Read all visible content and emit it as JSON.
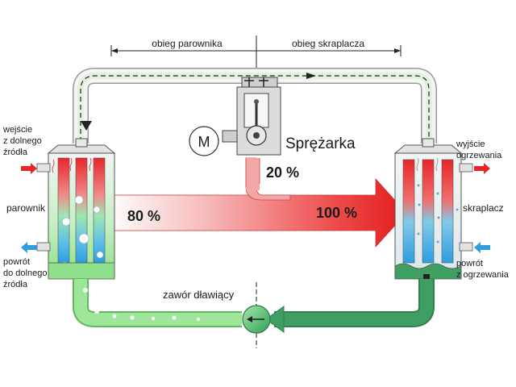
{
  "labels": {
    "evaporator_cycle": "obieg parownika",
    "condenser_cycle": "obieg skraplacza",
    "compressor": "Sprężarka",
    "motor": "M",
    "evaporator": "parownik",
    "condenser": "skraplacz",
    "inlet_lower_source": [
      "wejście",
      "z dolnego",
      "źródła"
    ],
    "return_lower_source": [
      "powrót",
      "do dolnego",
      "źródła"
    ],
    "heating_outlet": [
      "wyjście",
      "ogrzewania"
    ],
    "heating_return": [
      "powrót",
      "z ogrzewania"
    ],
    "expansion_valve": "zawór dławiący"
  },
  "energy": {
    "from_source_label": "80 %",
    "from_compressor_label": "20 %",
    "output_label": "100 %"
  },
  "colors": {
    "hot": "#e8262a",
    "cold": "#2f9de0",
    "liquid_light": "#8fe08a",
    "liquid_dark": "#3f9f63",
    "housing": "#d9d9d9"
  }
}
